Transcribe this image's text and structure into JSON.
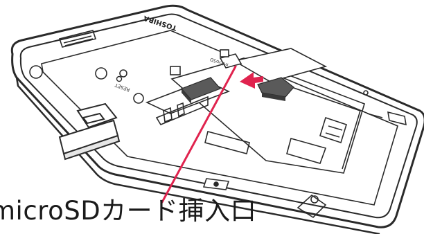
{
  "diagram": {
    "brand_text": "TOSHIBA",
    "reset_text": "RESET",
    "microsd_text": "microSD",
    "caption": "microSDカード挿入口"
  },
  "colors": {
    "outline": "#2a2a2a",
    "card": "#555555",
    "accent": "#e0234e",
    "device_fill": "#ffffff",
    "device_shadow": "#e6e6e6"
  }
}
